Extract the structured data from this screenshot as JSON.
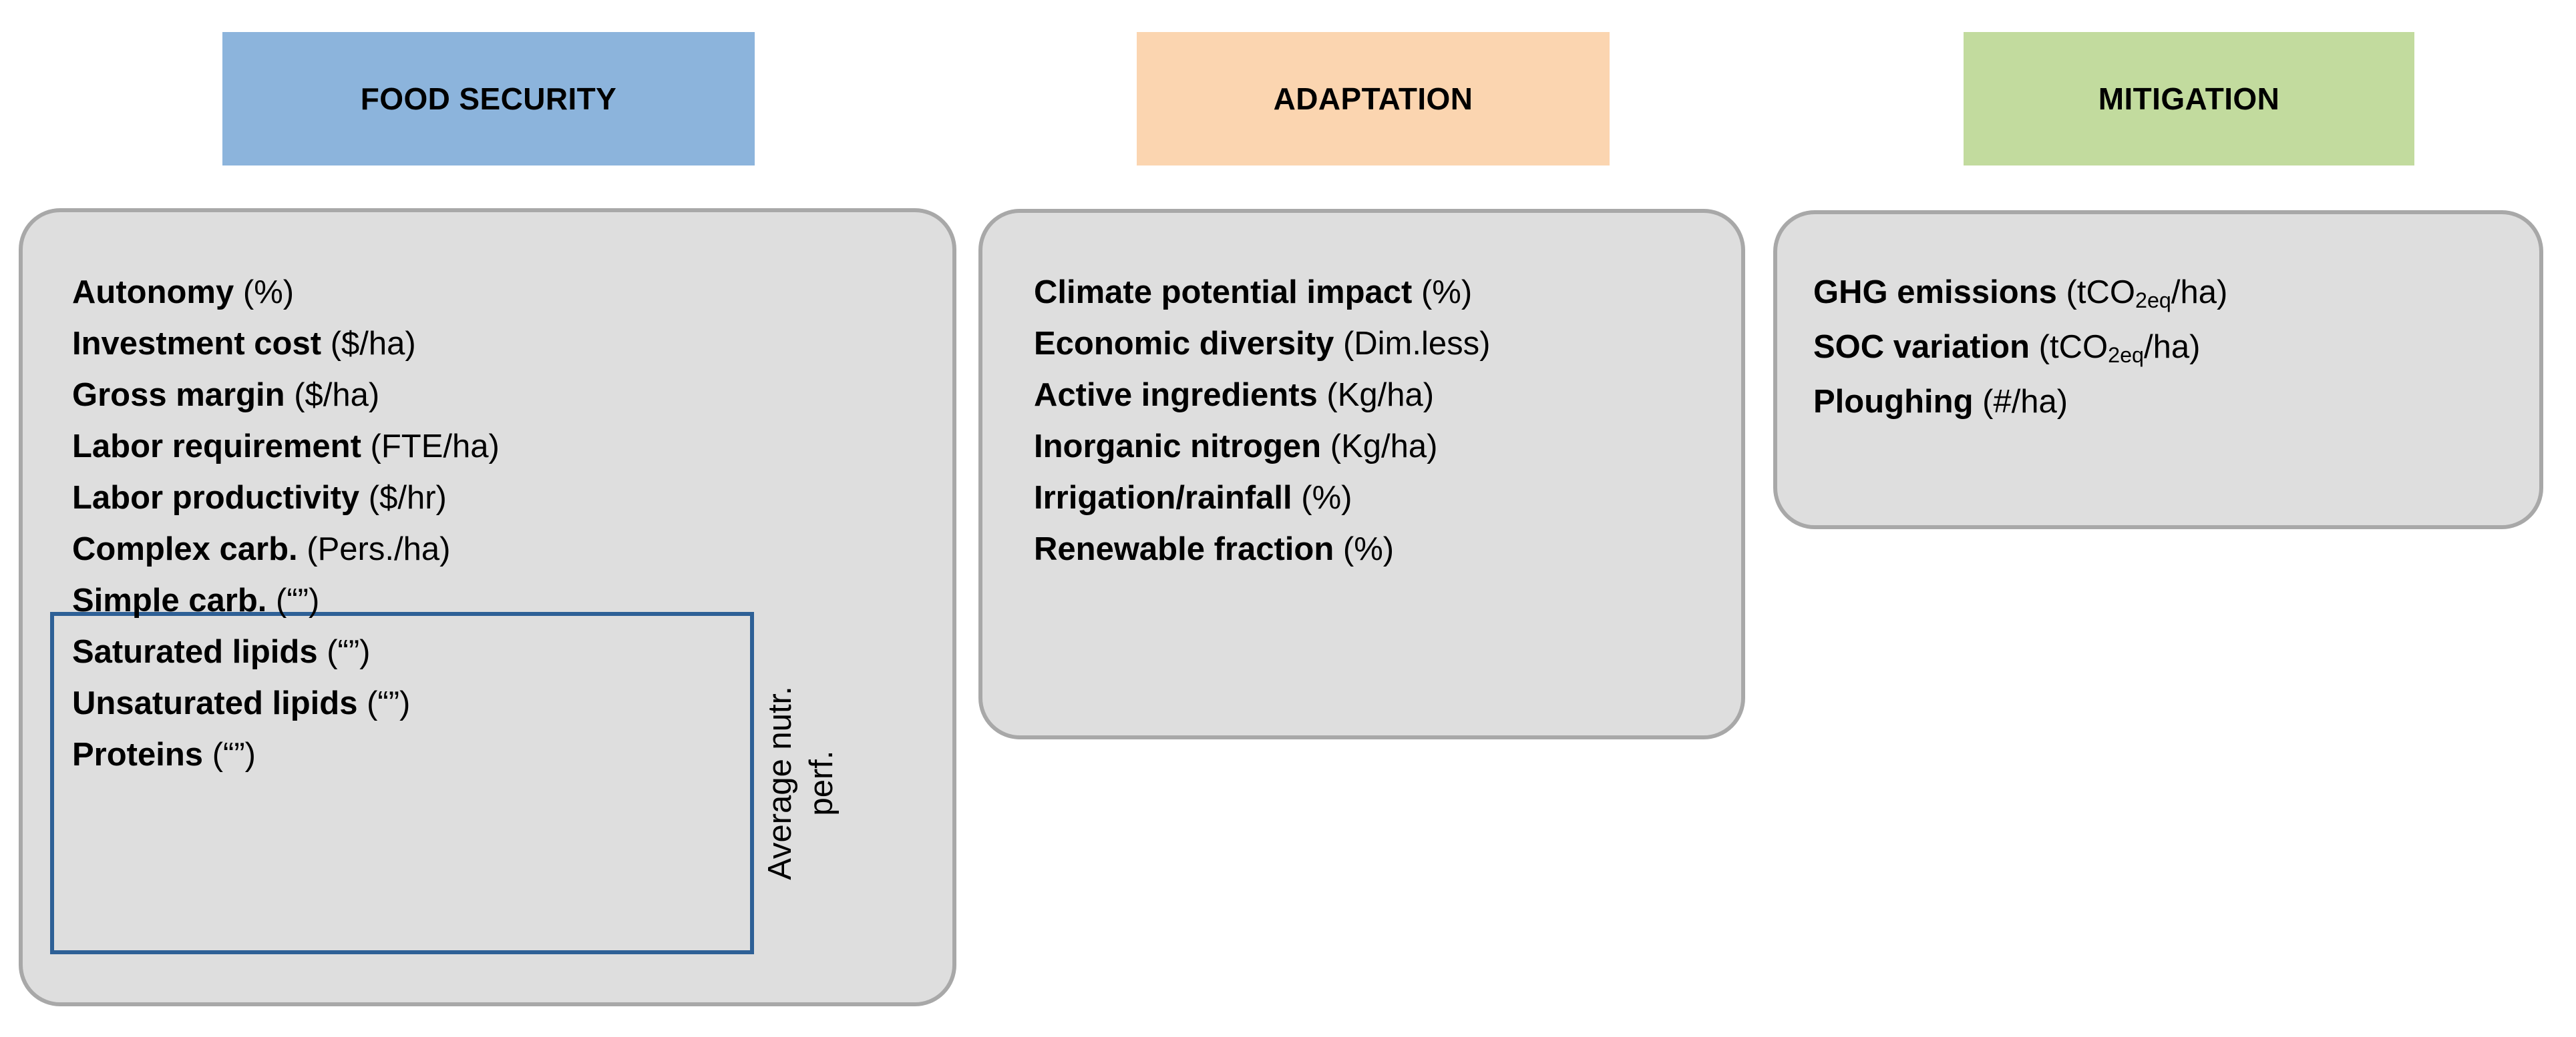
{
  "banners": [
    {
      "id": "food-security",
      "label": "FOOD SECURITY",
      "color": "#8CB4DC"
    },
    {
      "id": "adaptation",
      "label": "ADAPTATION",
      "color": "#FBD5B0"
    },
    {
      "id": "mitigation",
      "label": "MITIGATION",
      "color": "#C2DB9E"
    }
  ],
  "panels": {
    "fill": "#DEDEDE",
    "border": "#A8A8A8",
    "highlight_border": "#2E6096"
  },
  "food_security": {
    "indicators": [
      {
        "name": "Autonomy",
        "unit": "(%)"
      },
      {
        "name": "Investment cost",
        "unit": "($/ha)"
      },
      {
        "name": "Gross margin",
        "unit": "($/ha)"
      },
      {
        "name": "Labor requirement",
        "unit": "(FTE/ha)"
      },
      {
        "name": "Labor productivity",
        "unit": "($/hr)"
      }
    ],
    "nutrient_indicators": [
      {
        "name": "Complex carb.",
        "unit": "(Pers./ha)"
      },
      {
        "name": "Simple carb.",
        "unit": "(“”)"
      },
      {
        "name": "Saturated lipids",
        "unit": "(“”)"
      },
      {
        "name": "Unsaturated lipids",
        "unit": "(“”)"
      },
      {
        "name": "Proteins",
        "unit": "(“”)"
      }
    ],
    "nutrient_group_label_line1": "Average nutr.",
    "nutrient_group_label_line2": "perf."
  },
  "adaptation": {
    "indicators": [
      {
        "name": "Climate potential impact",
        "unit": "(%)"
      },
      {
        "name": "Economic diversity",
        "unit": "(Dim.less)"
      },
      {
        "name": "Active ingredients",
        "unit": "(Kg/ha)"
      },
      {
        "name": "Inorganic nitrogen",
        "unit": "(Kg/ha)"
      },
      {
        "name": "Irrigation/rainfall",
        "unit": "(%)"
      },
      {
        "name": "Renewable fraction",
        "unit": "(%)"
      }
    ]
  },
  "mitigation": {
    "indicators": [
      {
        "name": "GHG emissions",
        "unit_prefix": "(tCO",
        "unit_sub": "2eq",
        "unit_suffix": "/ha)"
      },
      {
        "name": "SOC variation",
        "unit_prefix": "(tCO",
        "unit_sub": "2eq",
        "unit_suffix": "/ha)"
      },
      {
        "name": "Ploughing",
        "unit_prefix": "(#/ha)",
        "unit_sub": "",
        "unit_suffix": ""
      }
    ]
  }
}
